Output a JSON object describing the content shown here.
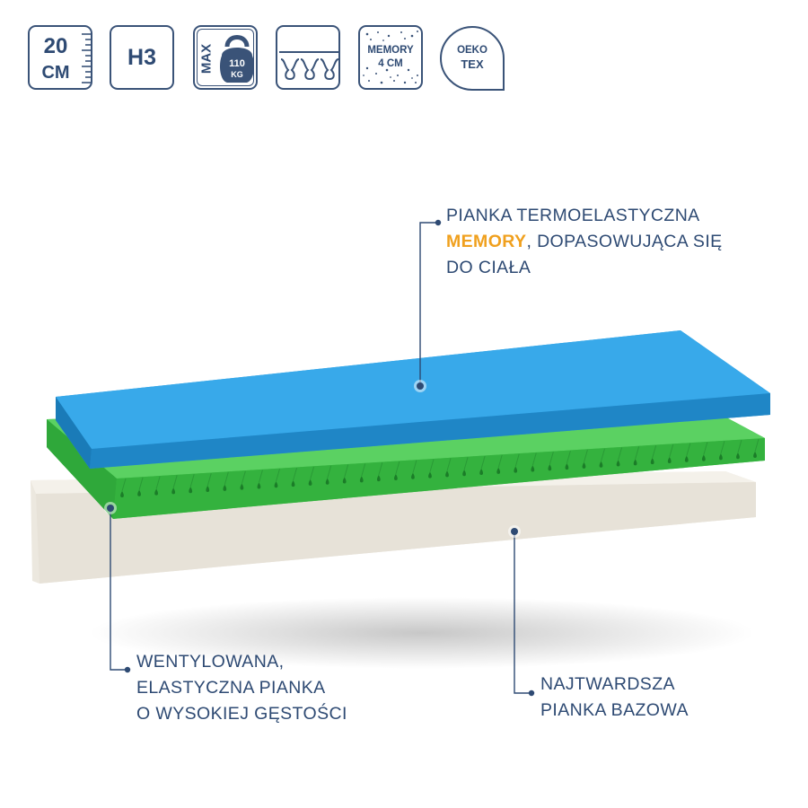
{
  "badges": {
    "height": {
      "value": "20",
      "unit": "CM",
      "icon": "ruler-icon"
    },
    "firmness": {
      "value": "H3"
    },
    "max_load": {
      "prefix": "MAX",
      "value": "110",
      "unit": "KG",
      "icon": "kettlebell-icon"
    },
    "springs": {
      "icon": "pocket-springs-icon"
    },
    "memory": {
      "line1": "MEMORY",
      "line2": "4 CM",
      "icon": "memory-foam-icon"
    },
    "oeko": {
      "line1": "OEKO",
      "line2": "TEX",
      "icon": "oeko-tex-logo-icon"
    }
  },
  "layers": {
    "top": {
      "line1": "PIANKA TERMOELASTYCZNA",
      "highlight": "MEMORY",
      "line2_rest": ", DOPASOWUJĄCA SIĘ",
      "line3": "DO CIAŁA",
      "color": "#2f9fe0"
    },
    "middle": {
      "line1": "WENTYLOWANA,",
      "line2": "ELASTYCZNA PIANKA",
      "line3": "O WYSOKIEJ GĘSTOŚCI",
      "color": "#3ec149"
    },
    "bottom": {
      "line1": "NAJTWARDSZA",
      "line2": "PIANKA BAZOWA",
      "color": "#ece8df"
    }
  },
  "colors": {
    "navy": "#2e4a73",
    "accent": "#f0a01e"
  }
}
